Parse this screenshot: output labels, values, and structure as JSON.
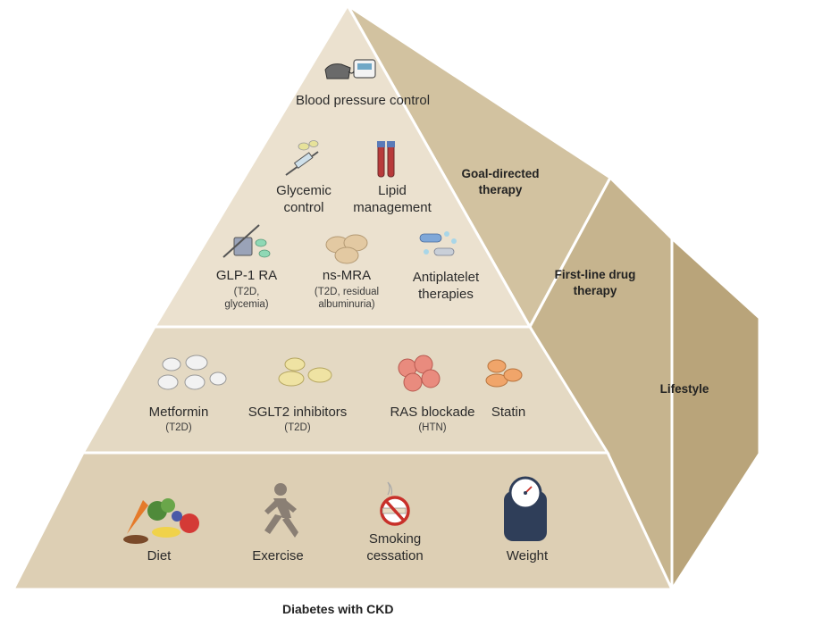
{
  "pyramid": {
    "top_tier": {
      "items": [
        {
          "label": "Blood pressure control",
          "icon": "blood-pressure-monitor-icon"
        },
        {
          "label": "Glycemic control",
          "icon": "syringe-icon"
        },
        {
          "label": "Lipid management",
          "icon": "blood-tubes-icon"
        },
        {
          "label": "GLP-1 RA",
          "sub": "(T2D, glycemia)",
          "icon": "injection-pen-icon"
        },
        {
          "label": "ns-MRA",
          "sub": "(T2D, residual albuminuria)",
          "icon": "tablets-icon"
        },
        {
          "label": "Antiplatelet therapies",
          "icon": "capsules-icon"
        }
      ]
    },
    "middle_tier": {
      "items": [
        {
          "label": "Metformin",
          "sub": "(T2D)",
          "icon": "white-tablets-icon"
        },
        {
          "label": "SGLT2 inhibitors",
          "sub": "(T2D)",
          "icon": "yellow-tablets-icon"
        },
        {
          "label": "RAS blockade",
          "sub": "(HTN)",
          "icon": "pink-tablets-icon"
        },
        {
          "label": "Statin",
          "icon": "orange-tablets-icon"
        }
      ]
    },
    "bottom_tier": {
      "items": [
        {
          "label": "Diet",
          "icon": "food-icon"
        },
        {
          "label": "Exercise",
          "icon": "runner-icon"
        },
        {
          "label": "Smoking cessation",
          "icon": "no-smoking-icon"
        },
        {
          "label": "Weight",
          "icon": "scale-icon"
        }
      ]
    },
    "side_labels": {
      "goal": "Goal-directed therapy",
      "first_line": "First-line drug therapy",
      "lifestyle": "Lifestyle"
    },
    "caption": "Diabetes with CKD"
  },
  "colors": {
    "face_top": "#ece2d1",
    "face_mid": "#e6dbc6",
    "face_bottom": "#ded0b6",
    "side_light": "#cbb995",
    "side_mid": "#c0ac84",
    "side_dark": "#b29c70",
    "edge": "#ffffff"
  }
}
